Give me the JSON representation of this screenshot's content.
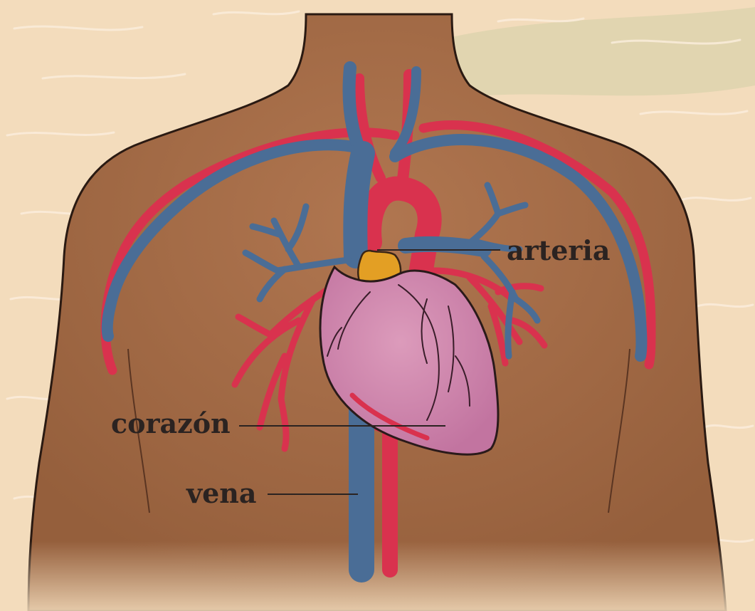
{
  "labels": {
    "artery": "arteria",
    "heart": "corazón",
    "vein": "vena"
  },
  "colors": {
    "background": "#f3dcbc",
    "skin": "#a26a45",
    "artery": "#d9324e",
    "vein": "#4a6d96",
    "heart": "#cf82a8",
    "thymus": "#e39f24",
    "label_text": "#2b2321"
  }
}
